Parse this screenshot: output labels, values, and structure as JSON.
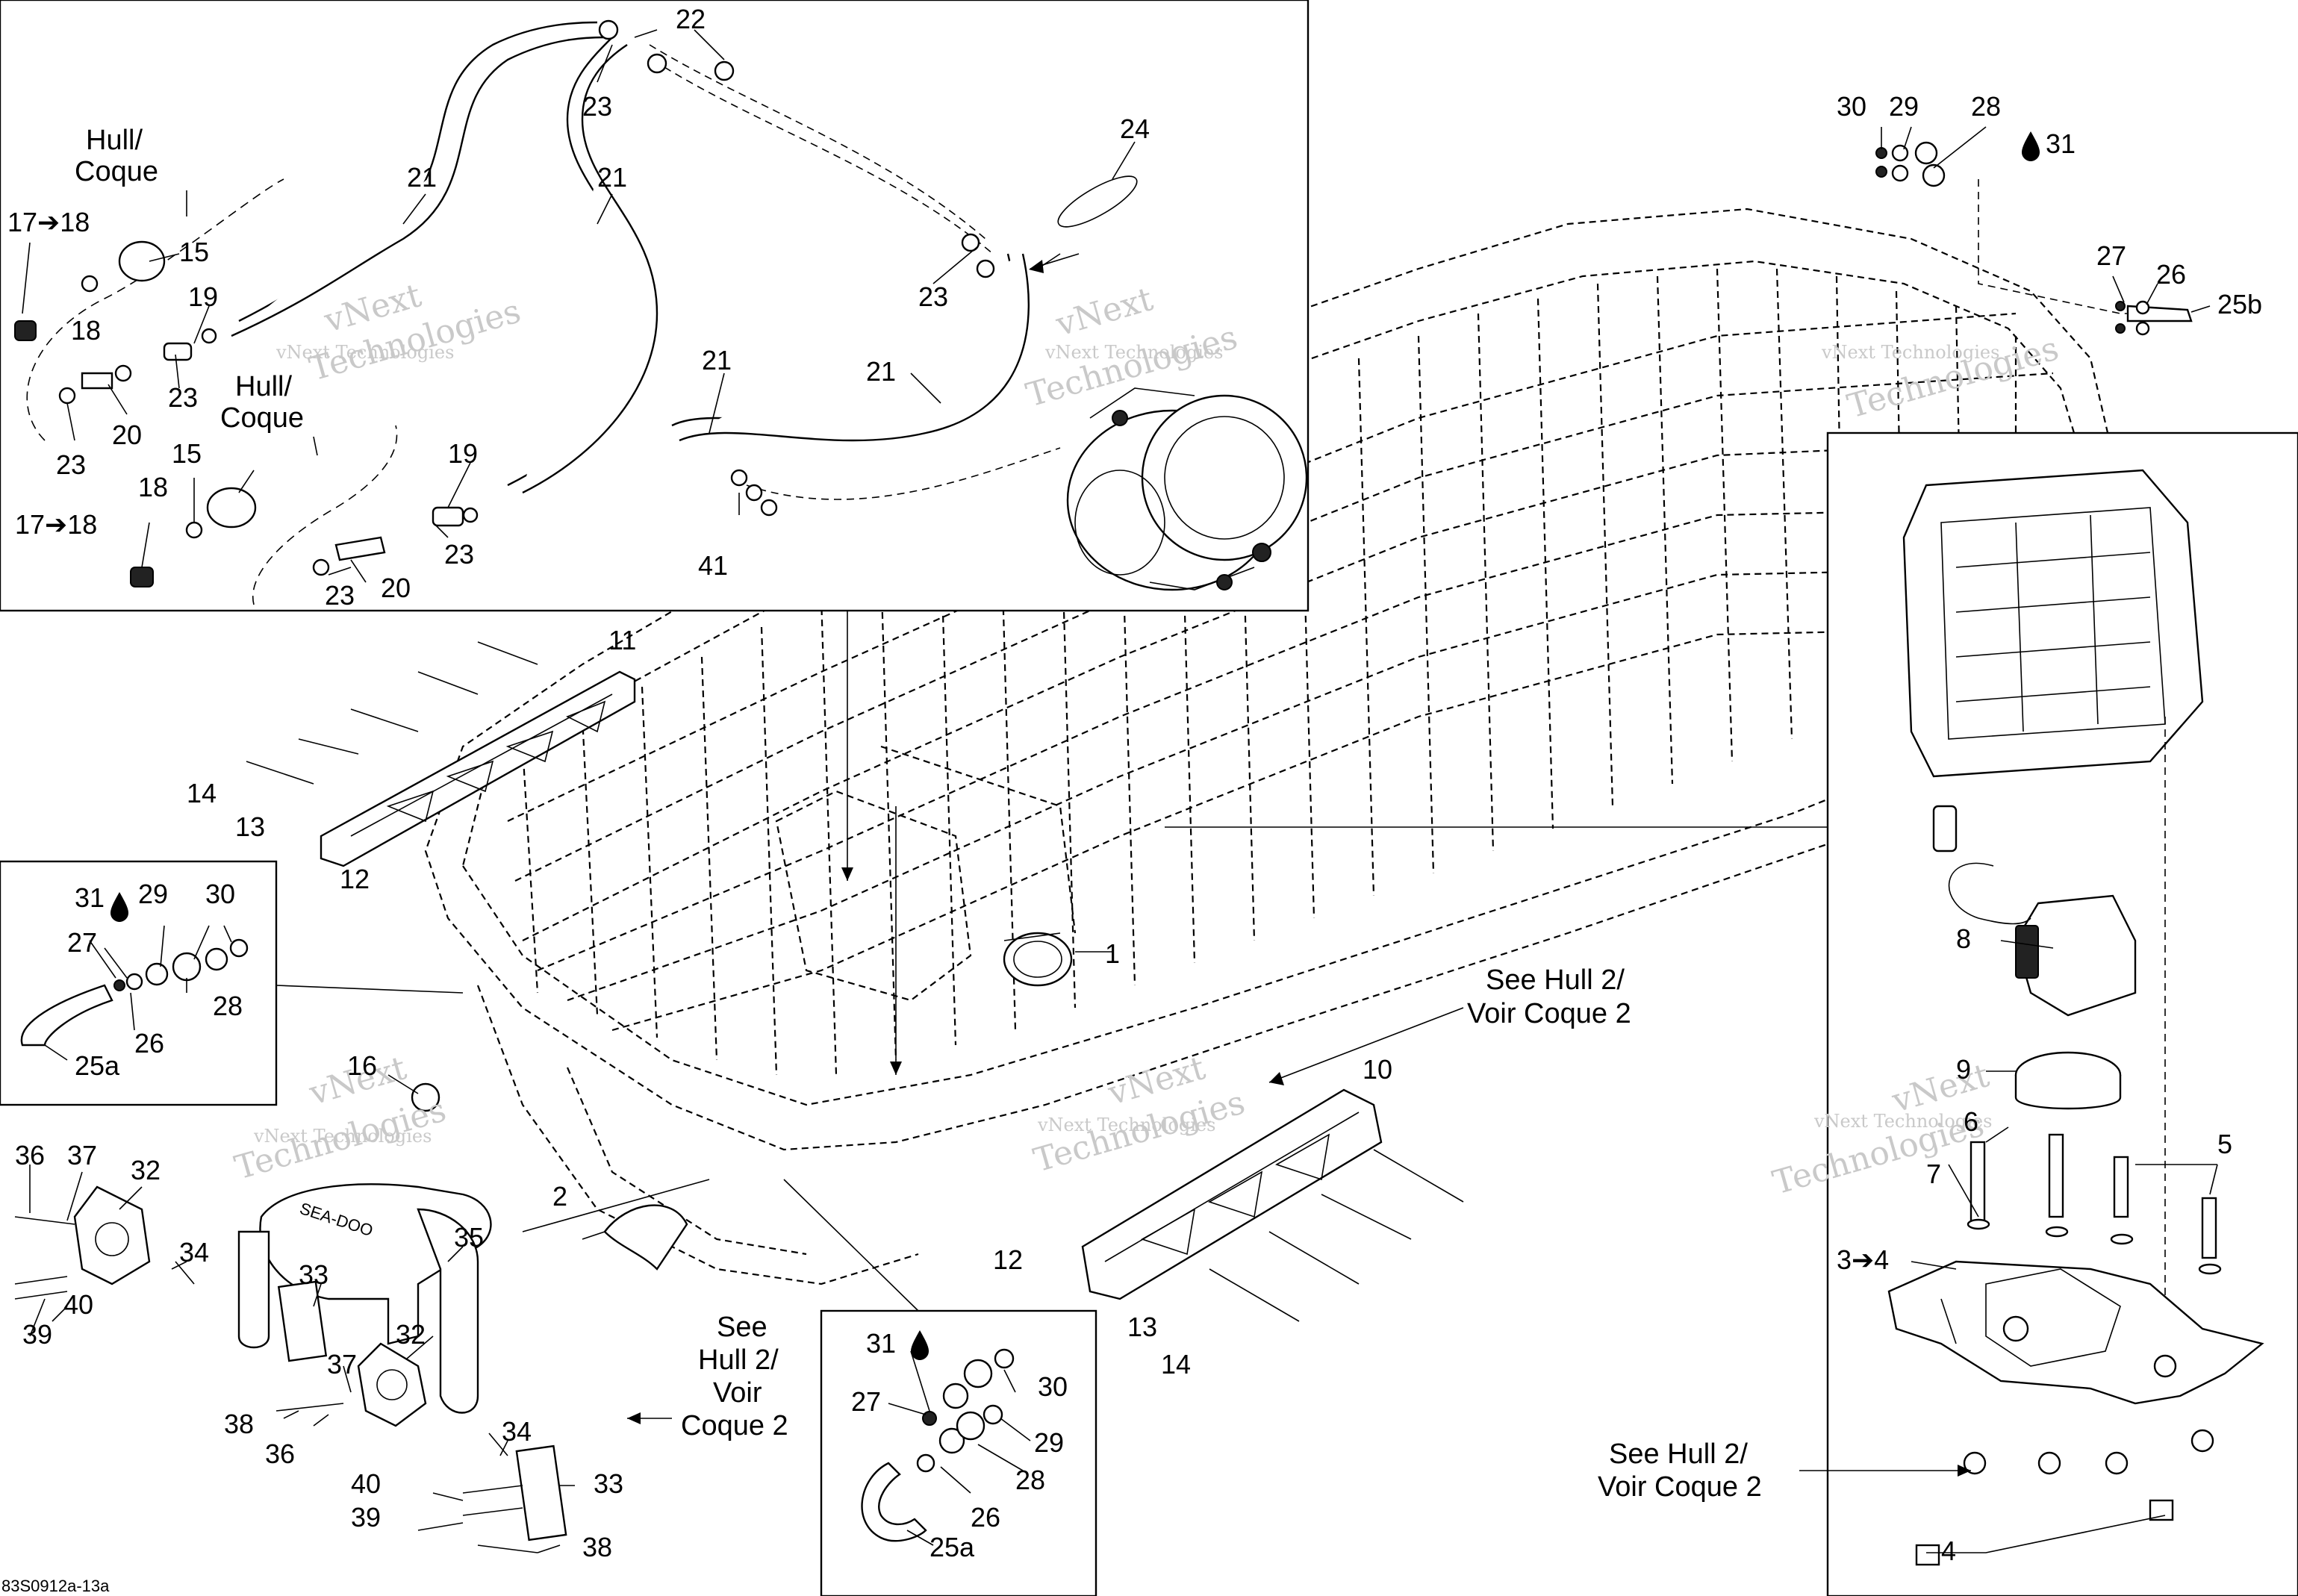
{
  "diagram": {
    "part_labels": [
      {
        "text": "22"
      },
      {
        "text": "23"
      },
      {
        "text": "24"
      },
      {
        "text": "21"
      },
      {
        "text": "21"
      },
      {
        "text": "21"
      },
      {
        "text": "21"
      },
      {
        "text": "23"
      },
      {
        "text": "41"
      },
      {
        "text": "17➔18"
      },
      {
        "text": "15"
      },
      {
        "text": "18"
      },
      {
        "text": "19"
      },
      {
        "text": "23"
      },
      {
        "text": "20"
      },
      {
        "text": "23"
      },
      {
        "text": "15"
      },
      {
        "text": "18"
      },
      {
        "text": "17➔18"
      },
      {
        "text": "19"
      },
      {
        "text": "23"
      },
      {
        "text": "23"
      },
      {
        "text": "20"
      },
      {
        "text": "30"
      },
      {
        "text": "29"
      },
      {
        "text": "28"
      },
      {
        "text": "31"
      },
      {
        "text": "27"
      },
      {
        "text": "26"
      },
      {
        "text": "25b"
      },
      {
        "text": "11"
      },
      {
        "text": "14"
      },
      {
        "text": "13"
      },
      {
        "text": "12"
      },
      {
        "text": "31"
      },
      {
        "text": "29"
      },
      {
        "text": "30"
      },
      {
        "text": "27"
      },
      {
        "text": "28"
      },
      {
        "text": "26"
      },
      {
        "text": "25a"
      },
      {
        "text": "1"
      },
      {
        "text": "16"
      },
      {
        "text": "2"
      },
      {
        "text": "10"
      },
      {
        "text": "12"
      },
      {
        "text": "13"
      },
      {
        "text": "14"
      },
      {
        "text": "36"
      },
      {
        "text": "37"
      },
      {
        "text": "32"
      },
      {
        "text": "34"
      },
      {
        "text": "35"
      },
      {
        "text": "40"
      },
      {
        "text": "39"
      },
      {
        "text": "33"
      },
      {
        "text": "32"
      },
      {
        "text": "37"
      },
      {
        "text": "38"
      },
      {
        "text": "36"
      },
      {
        "text": "34"
      },
      {
        "text": "33"
      },
      {
        "text": "40"
      },
      {
        "text": "39"
      },
      {
        "text": "38"
      },
      {
        "text": "31"
      },
      {
        "text": "27"
      },
      {
        "text": "30"
      },
      {
        "text": "29"
      },
      {
        "text": "28"
      },
      {
        "text": "26"
      },
      {
        "text": "25a"
      },
      {
        "text": "8"
      },
      {
        "text": "9"
      },
      {
        "text": "6"
      },
      {
        "text": "5"
      },
      {
        "text": "7"
      },
      {
        "text": "3➔4"
      },
      {
        "text": "4"
      }
    ],
    "callouts": {
      "hull_coque_1_line1": "Hull/",
      "hull_coque_1_line2": "Coque",
      "hull_coque_2_line1": "Hull/",
      "hull_coque_2_line2": "Coque",
      "see_hull2_a_line1": "See Hull 2/",
      "see_hull2_a_line2": "Voir Coque 2",
      "see_hull2_b_line1": "See",
      "see_hull2_b_line2": "Hull 2/",
      "see_hull2_b_line3": "Voir",
      "see_hull2_b_line4": "Coque 2",
      "see_hull2_c_line1": "See Hull 2/",
      "see_hull2_c_line2": "Voir Coque 2"
    },
    "watermarks": {
      "brand_line1": "vNext",
      "brand_line2": "Technologies",
      "small": "vNext Technologies"
    },
    "reference_code": "83S0912a-13a",
    "brand_on_bumper": "SEA-DOO",
    "colors": {
      "ink": "#000000",
      "background": "#ffffff",
      "watermark": "#c9c9c9"
    },
    "icons": [
      "oil-drop-icon",
      "arrow-icon"
    ]
  }
}
